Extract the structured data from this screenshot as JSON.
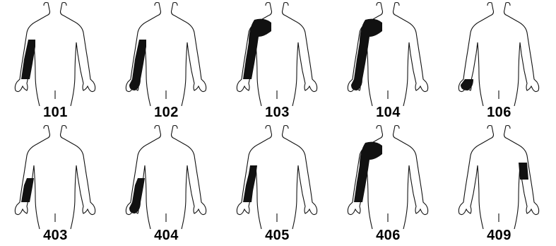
{
  "figures": [
    {
      "code": "101",
      "sleeve": "forearm-upperarm"
    },
    {
      "code": "102",
      "sleeve": "wrist-to-upperarm"
    },
    {
      "code": "103",
      "sleeve": "full-arm-with-shoulder"
    },
    {
      "code": "104",
      "sleeve": "hand-to-shoulder"
    },
    {
      "code": "106",
      "sleeve": "hand-only"
    },
    {
      "code": "403",
      "sleeve": "forearm-short"
    },
    {
      "code": "404",
      "sleeve": "hand-to-elbow"
    },
    {
      "code": "405",
      "sleeve": "forearm-to-upperarm"
    },
    {
      "code": "406",
      "sleeve": "forearm-to-shoulder"
    },
    {
      "code": "409",
      "sleeve": "upperarm-band"
    }
  ]
}
